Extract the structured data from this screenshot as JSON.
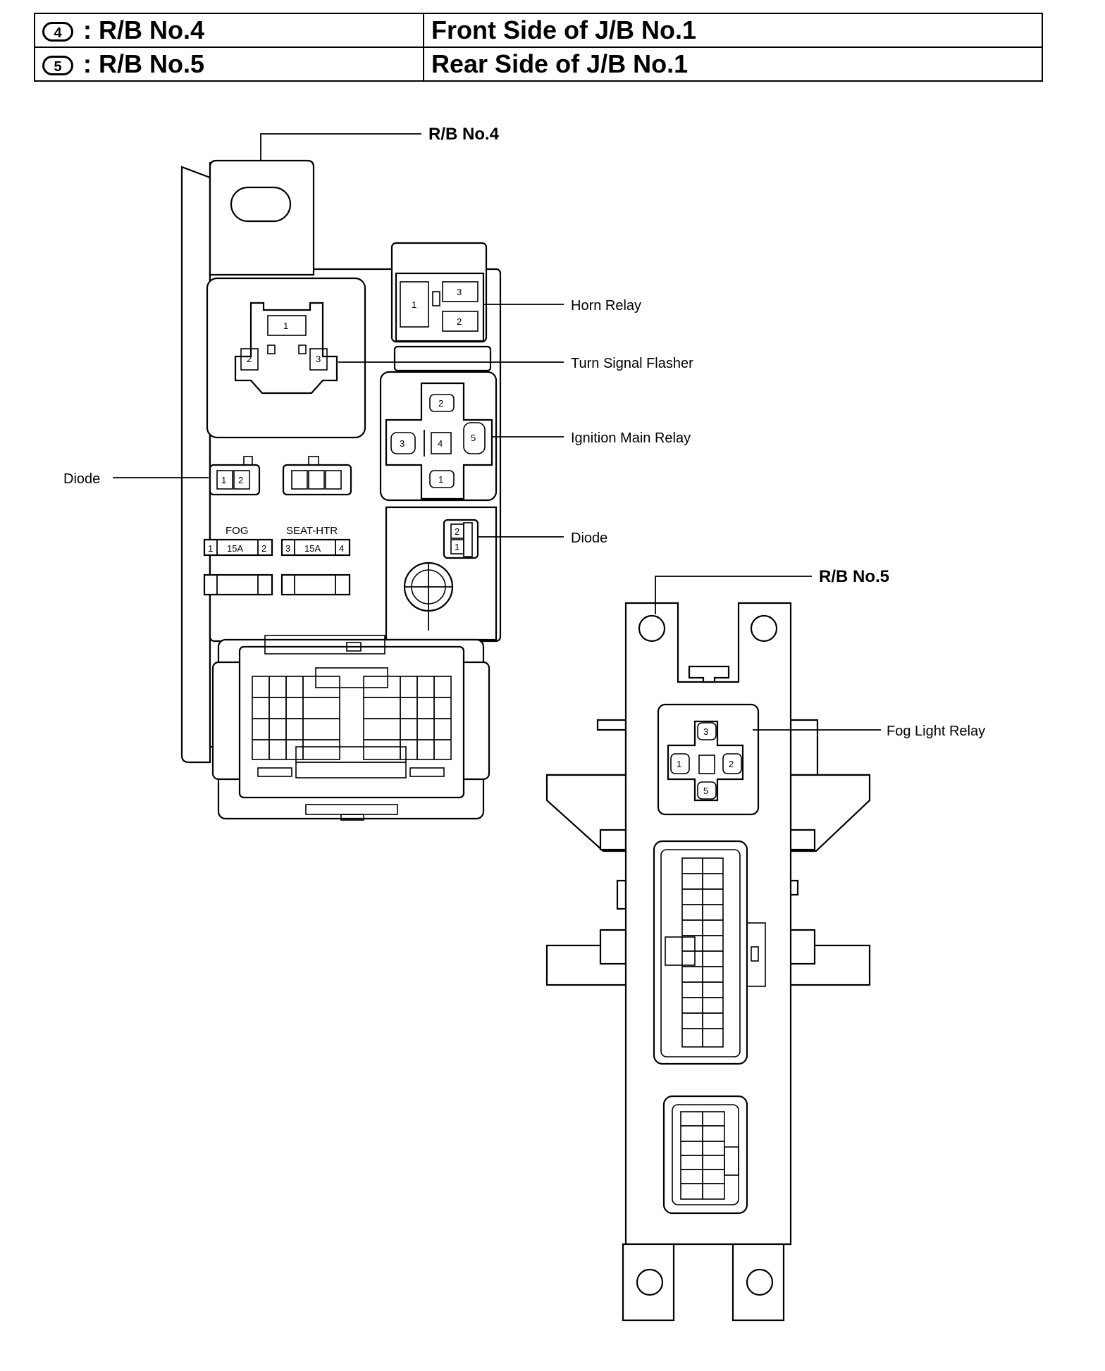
{
  "header": {
    "rows": [
      {
        "num": "4",
        "left": ": R/B No.4",
        "right": "Front Side of J/B No.1"
      },
      {
        "num": "5",
        "left": ": R/B No.5",
        "right": "Rear Side of J/B No.1"
      }
    ]
  },
  "labels": {
    "rb4": "R/B No.4",
    "rb5": "R/B No.5",
    "horn_relay": "Horn Relay",
    "turn_signal_flasher": "Turn Signal Flasher",
    "ignition_main_relay": "Ignition Main Relay",
    "diode_left": "Diode",
    "diode_right": "Diode",
    "fog_light_relay": "Fog Light Relay",
    "fog": "FOG",
    "seat_htr": "SEAT-HTR"
  },
  "fuses": {
    "fog": {
      "pin_a": "1",
      "rating": "15A",
      "pin_b": "2"
    },
    "seat_htr": {
      "pin_a": "3",
      "rating": "15A",
      "pin_b": "4"
    }
  },
  "pins": {
    "horn": [
      "1",
      "3",
      "2"
    ],
    "flasher": [
      "1",
      "2",
      "3"
    ],
    "ignition": [
      "2",
      "3",
      "4",
      "5",
      "1"
    ],
    "diode_left": [
      "1",
      "2"
    ],
    "diode_right": [
      "2",
      "1"
    ],
    "fog_relay": [
      "3",
      "1",
      "2",
      "5"
    ]
  }
}
